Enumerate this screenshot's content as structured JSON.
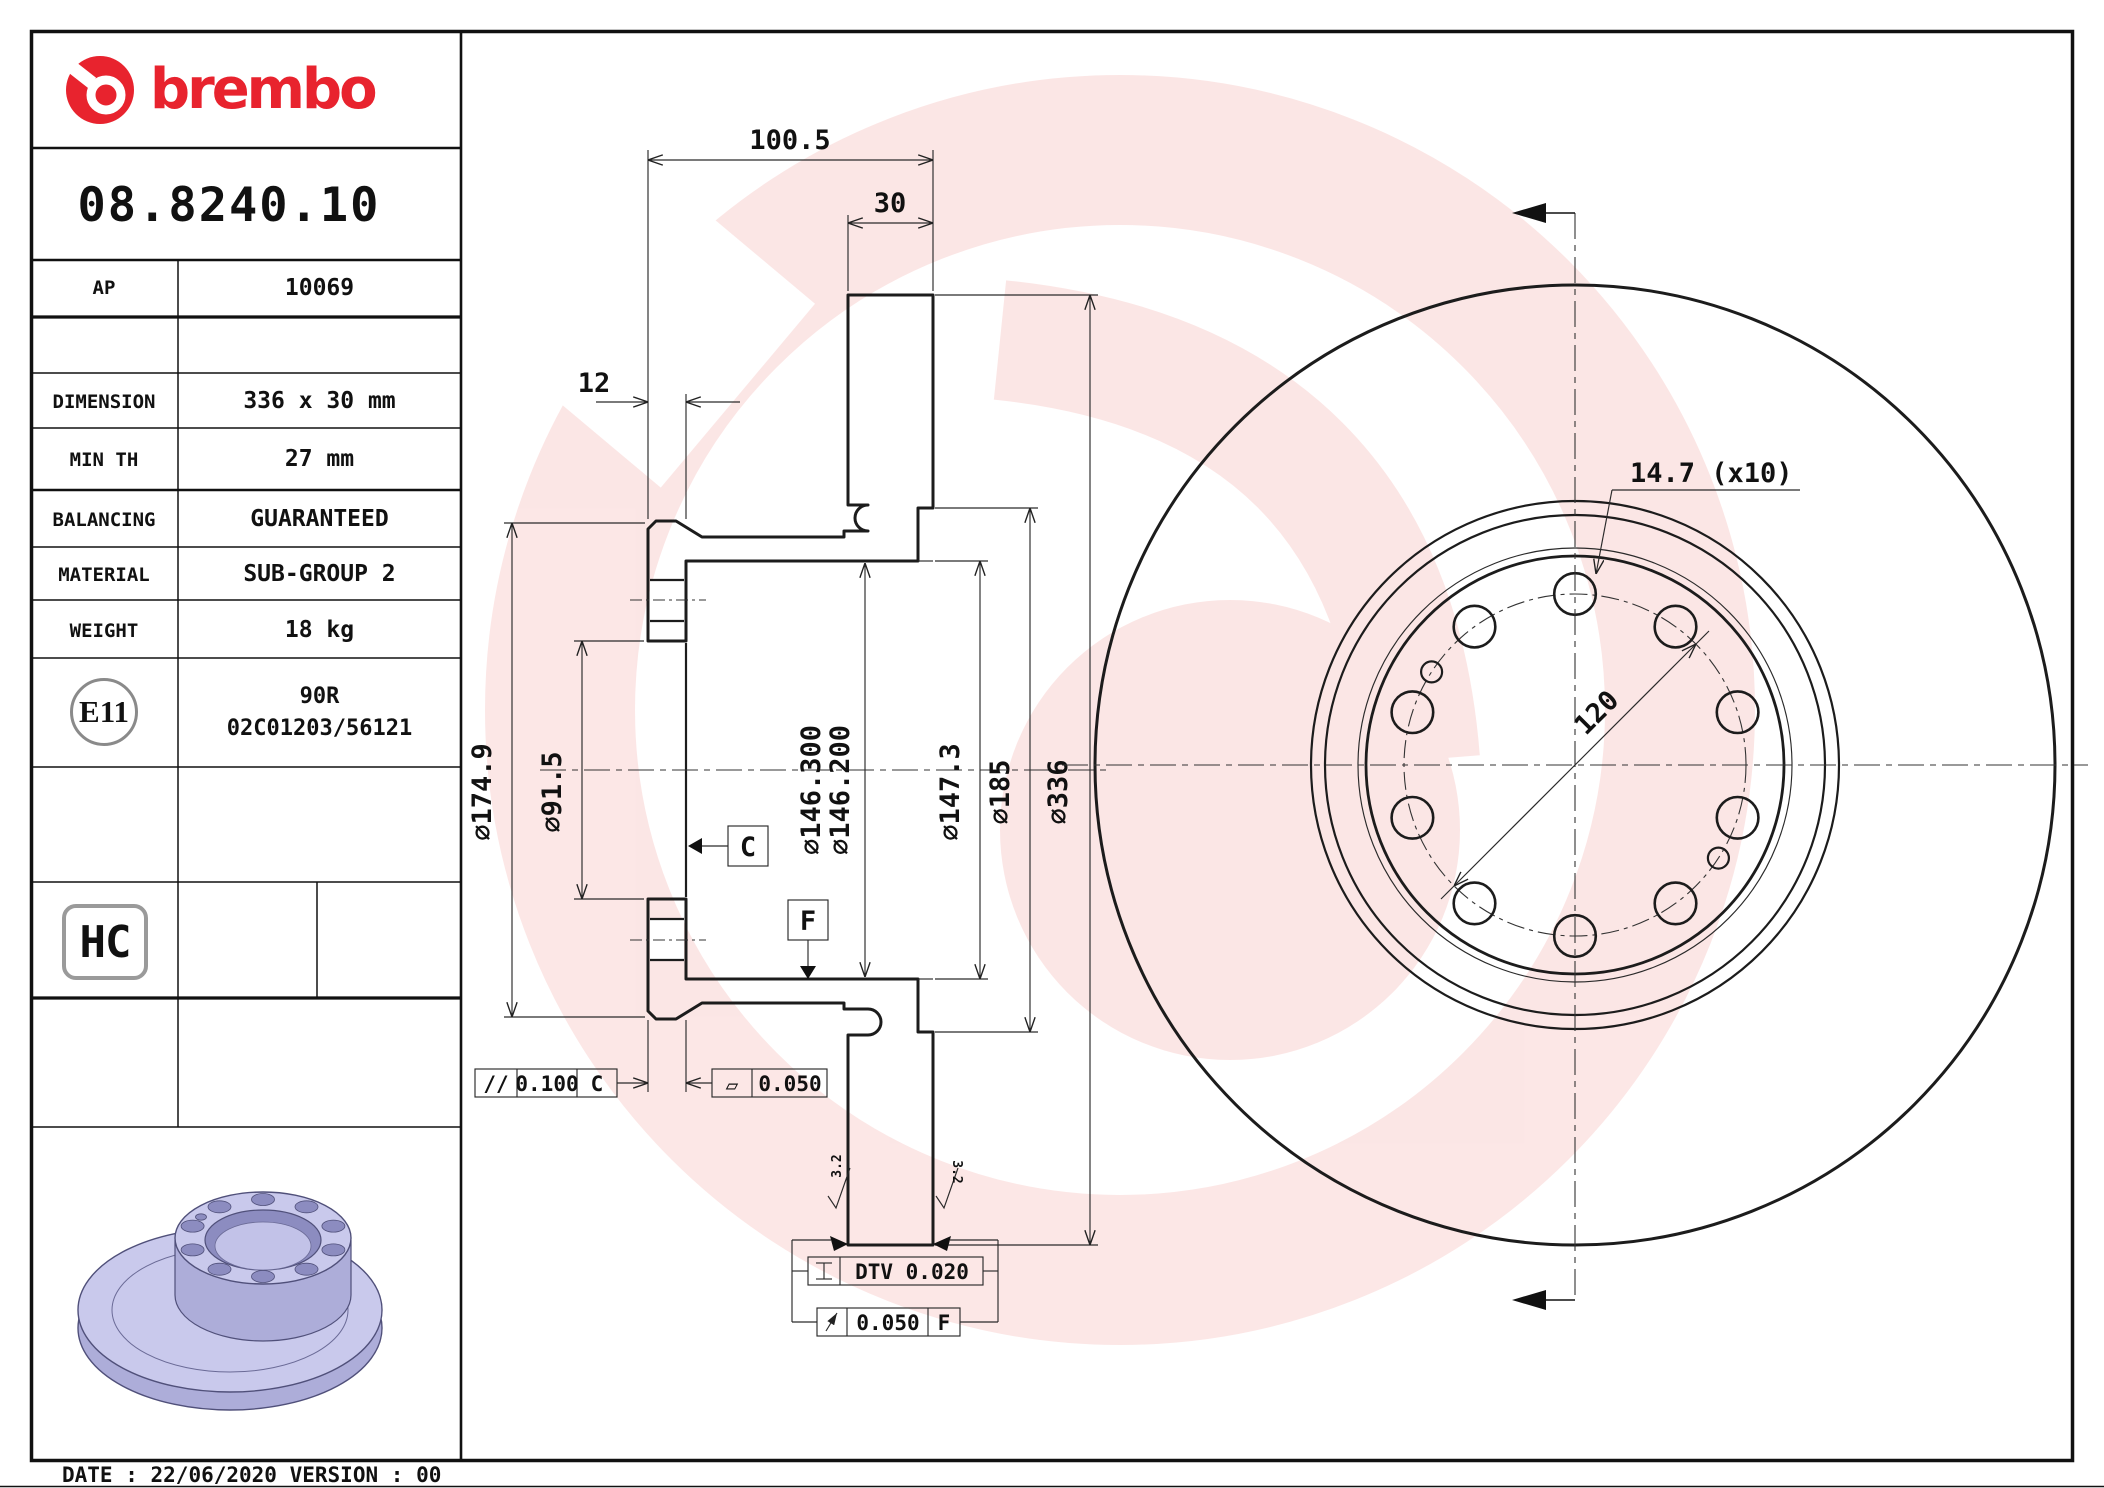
{
  "colors": {
    "brand_red": "#e8232e",
    "line": "#1c1c1c",
    "dim": "#2a2a2a",
    "wm": "#e8443e",
    "lav1": "#c9c9ec",
    "lav2": "#adadd9",
    "lav3": "#8c8cc0",
    "gray_badge": "#9a9a9a"
  },
  "titleblock": {
    "brand": "brembo",
    "part_number": "08.8240.10",
    "rows": [
      {
        "label": "AP",
        "value": "10069"
      },
      {
        "label": "",
        "value": ""
      },
      {
        "label": "DIMENSION",
        "value": "336 x 30 mm"
      },
      {
        "label": "MIN TH",
        "value": "27 mm"
      },
      {
        "label": "BALANCING",
        "value": "GUARANTEED"
      },
      {
        "label": "MATERIAL",
        "value": "SUB-GROUP 2"
      },
      {
        "label": "WEIGHT",
        "value": "18 kg"
      }
    ],
    "homologation": {
      "badge": "E11",
      "line1": "90R",
      "line2": "02C01203/56121"
    },
    "hc_badge": "HC"
  },
  "footer": {
    "date_label": "DATE :",
    "date": "22/06/2020",
    "version_label": "VERSION :",
    "version": "00"
  },
  "drawing": {
    "dims": {
      "overall": "100.5",
      "band_width": "30",
      "flange_th": "12",
      "flange_od": "∅174.9",
      "pilot": "∅91.5",
      "bore_hi": "∅146.300",
      "bore_lo": "∅146.200",
      "recess": "∅147.3",
      "hat": "∅185",
      "od": "∅336",
      "holes": "14.7 (x10)",
      "bcd": "120"
    },
    "tolerances": {
      "parallelism": {
        "sym": "//",
        "val": "0.100",
        "ref": "C"
      },
      "flatness": {
        "sym": "▱",
        "val": "0.050"
      },
      "dtv": {
        "val": "DTV 0.020"
      },
      "runout": {
        "val": "0.050",
        "ref": "F"
      }
    },
    "datums": {
      "c": "C",
      "f": "F"
    },
    "roughness": "3.2"
  }
}
